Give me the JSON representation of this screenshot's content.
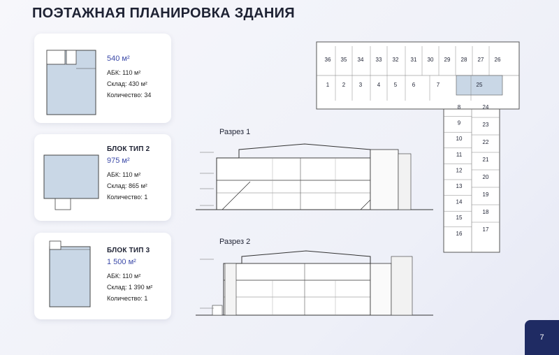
{
  "page_title": "ПОЭТАЖНАЯ ПЛАНИРОВКА ЗДАНИЯ",
  "blocks": [
    {
      "name": "",
      "area": "540 м²",
      "lines": [
        "АБК: 110 м²",
        "Склад: 430 м²",
        "Количество: 34"
      ]
    },
    {
      "name": "БЛОК ТИП 2",
      "area": "975 м²",
      "lines": [
        "АБК: 110 м²",
        "Склад: 865 м²",
        "Количество: 1"
      ]
    },
    {
      "name": "БЛОК ТИП 3",
      "area": "1 500 м²",
      "lines": [
        "АБК: 110 м²",
        "Склад: 1 390 м²",
        "Количество: 1"
      ]
    }
  ],
  "sections": [
    {
      "label": "Разрез 1"
    },
    {
      "label": "Разрез 2"
    }
  ],
  "plan": {
    "top_row": [
      "36",
      "35",
      "34",
      "33",
      "32",
      "31",
      "30",
      "29",
      "28",
      "27",
      "26"
    ],
    "bottom_row": [
      "1",
      "2",
      "3",
      "4",
      "5",
      "6",
      "7",
      "25"
    ],
    "wing_left": [
      "8",
      "9",
      "10",
      "11",
      "12",
      "13",
      "14",
      "15",
      "16"
    ],
    "wing_right": [
      "24",
      "23",
      "22",
      "21",
      "20",
      "19",
      "18",
      "17"
    ],
    "highlight": "25"
  },
  "page_number": "7"
}
